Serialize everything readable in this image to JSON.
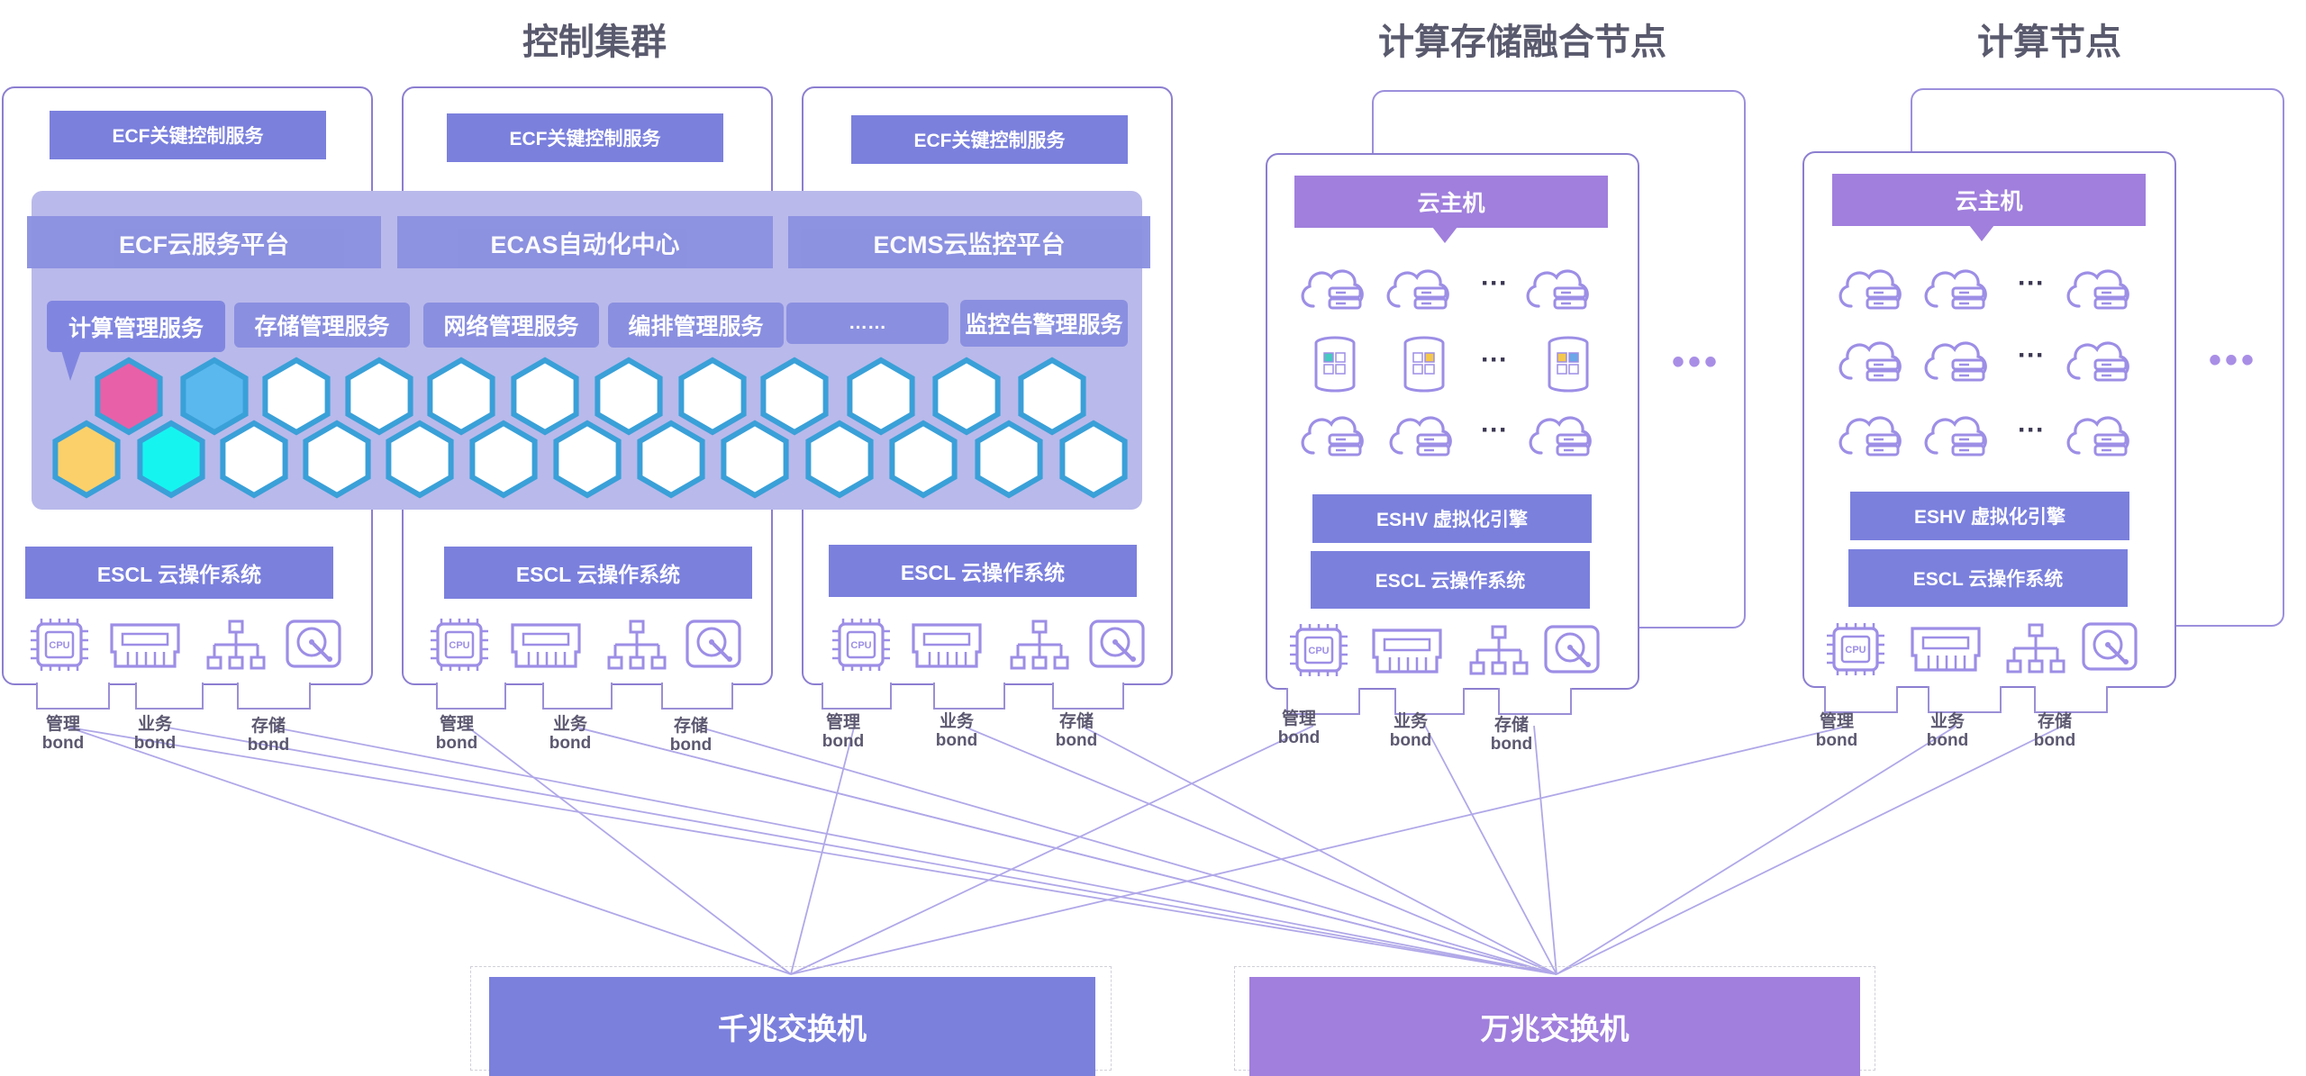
{
  "groups": {
    "control": "控制集群",
    "converged": "计算存储融合节点",
    "compute": "计算节点"
  },
  "control": {
    "ecf_key": "ECF关键控制服务",
    "os": "ESCL 云操作系统",
    "platforms": [
      "ECF云服务平台",
      "ECAS自动化中心",
      "ECMS云监控平台"
    ],
    "services": [
      "计算管理服务",
      "存储管理服务",
      "网络管理服务",
      "编排管理服务",
      "……",
      "监控告警理服务"
    ]
  },
  "nodes": {
    "vm_label": "云主机",
    "ellipsis": "···",
    "big_ellipsis": "•••",
    "hypervisor": "ESHV 虚拟化引擎",
    "os": "ESCL 云操作系统"
  },
  "hardware": {
    "cpu": "CPU"
  },
  "ports": {
    "mgmt": [
      "管理",
      "bond"
    ],
    "biz": [
      "业务",
      "bond"
    ],
    "storage": [
      "存储",
      "bond"
    ]
  },
  "switches": {
    "gigabit": "千兆交换机",
    "ten_gigabit": "万兆交换机"
  },
  "colors": {
    "bar": "#7b80dd",
    "vm_bar": "#a07fdd",
    "panel": "#b9b9eb",
    "hex_border": "#3aa0d8",
    "hex_pink": "#e860a8",
    "hex_blue": "#5ab8ee",
    "hex_yellow": "#fbd06a",
    "hex_cyan": "#16f4f0",
    "line": "#b0a8e8"
  }
}
